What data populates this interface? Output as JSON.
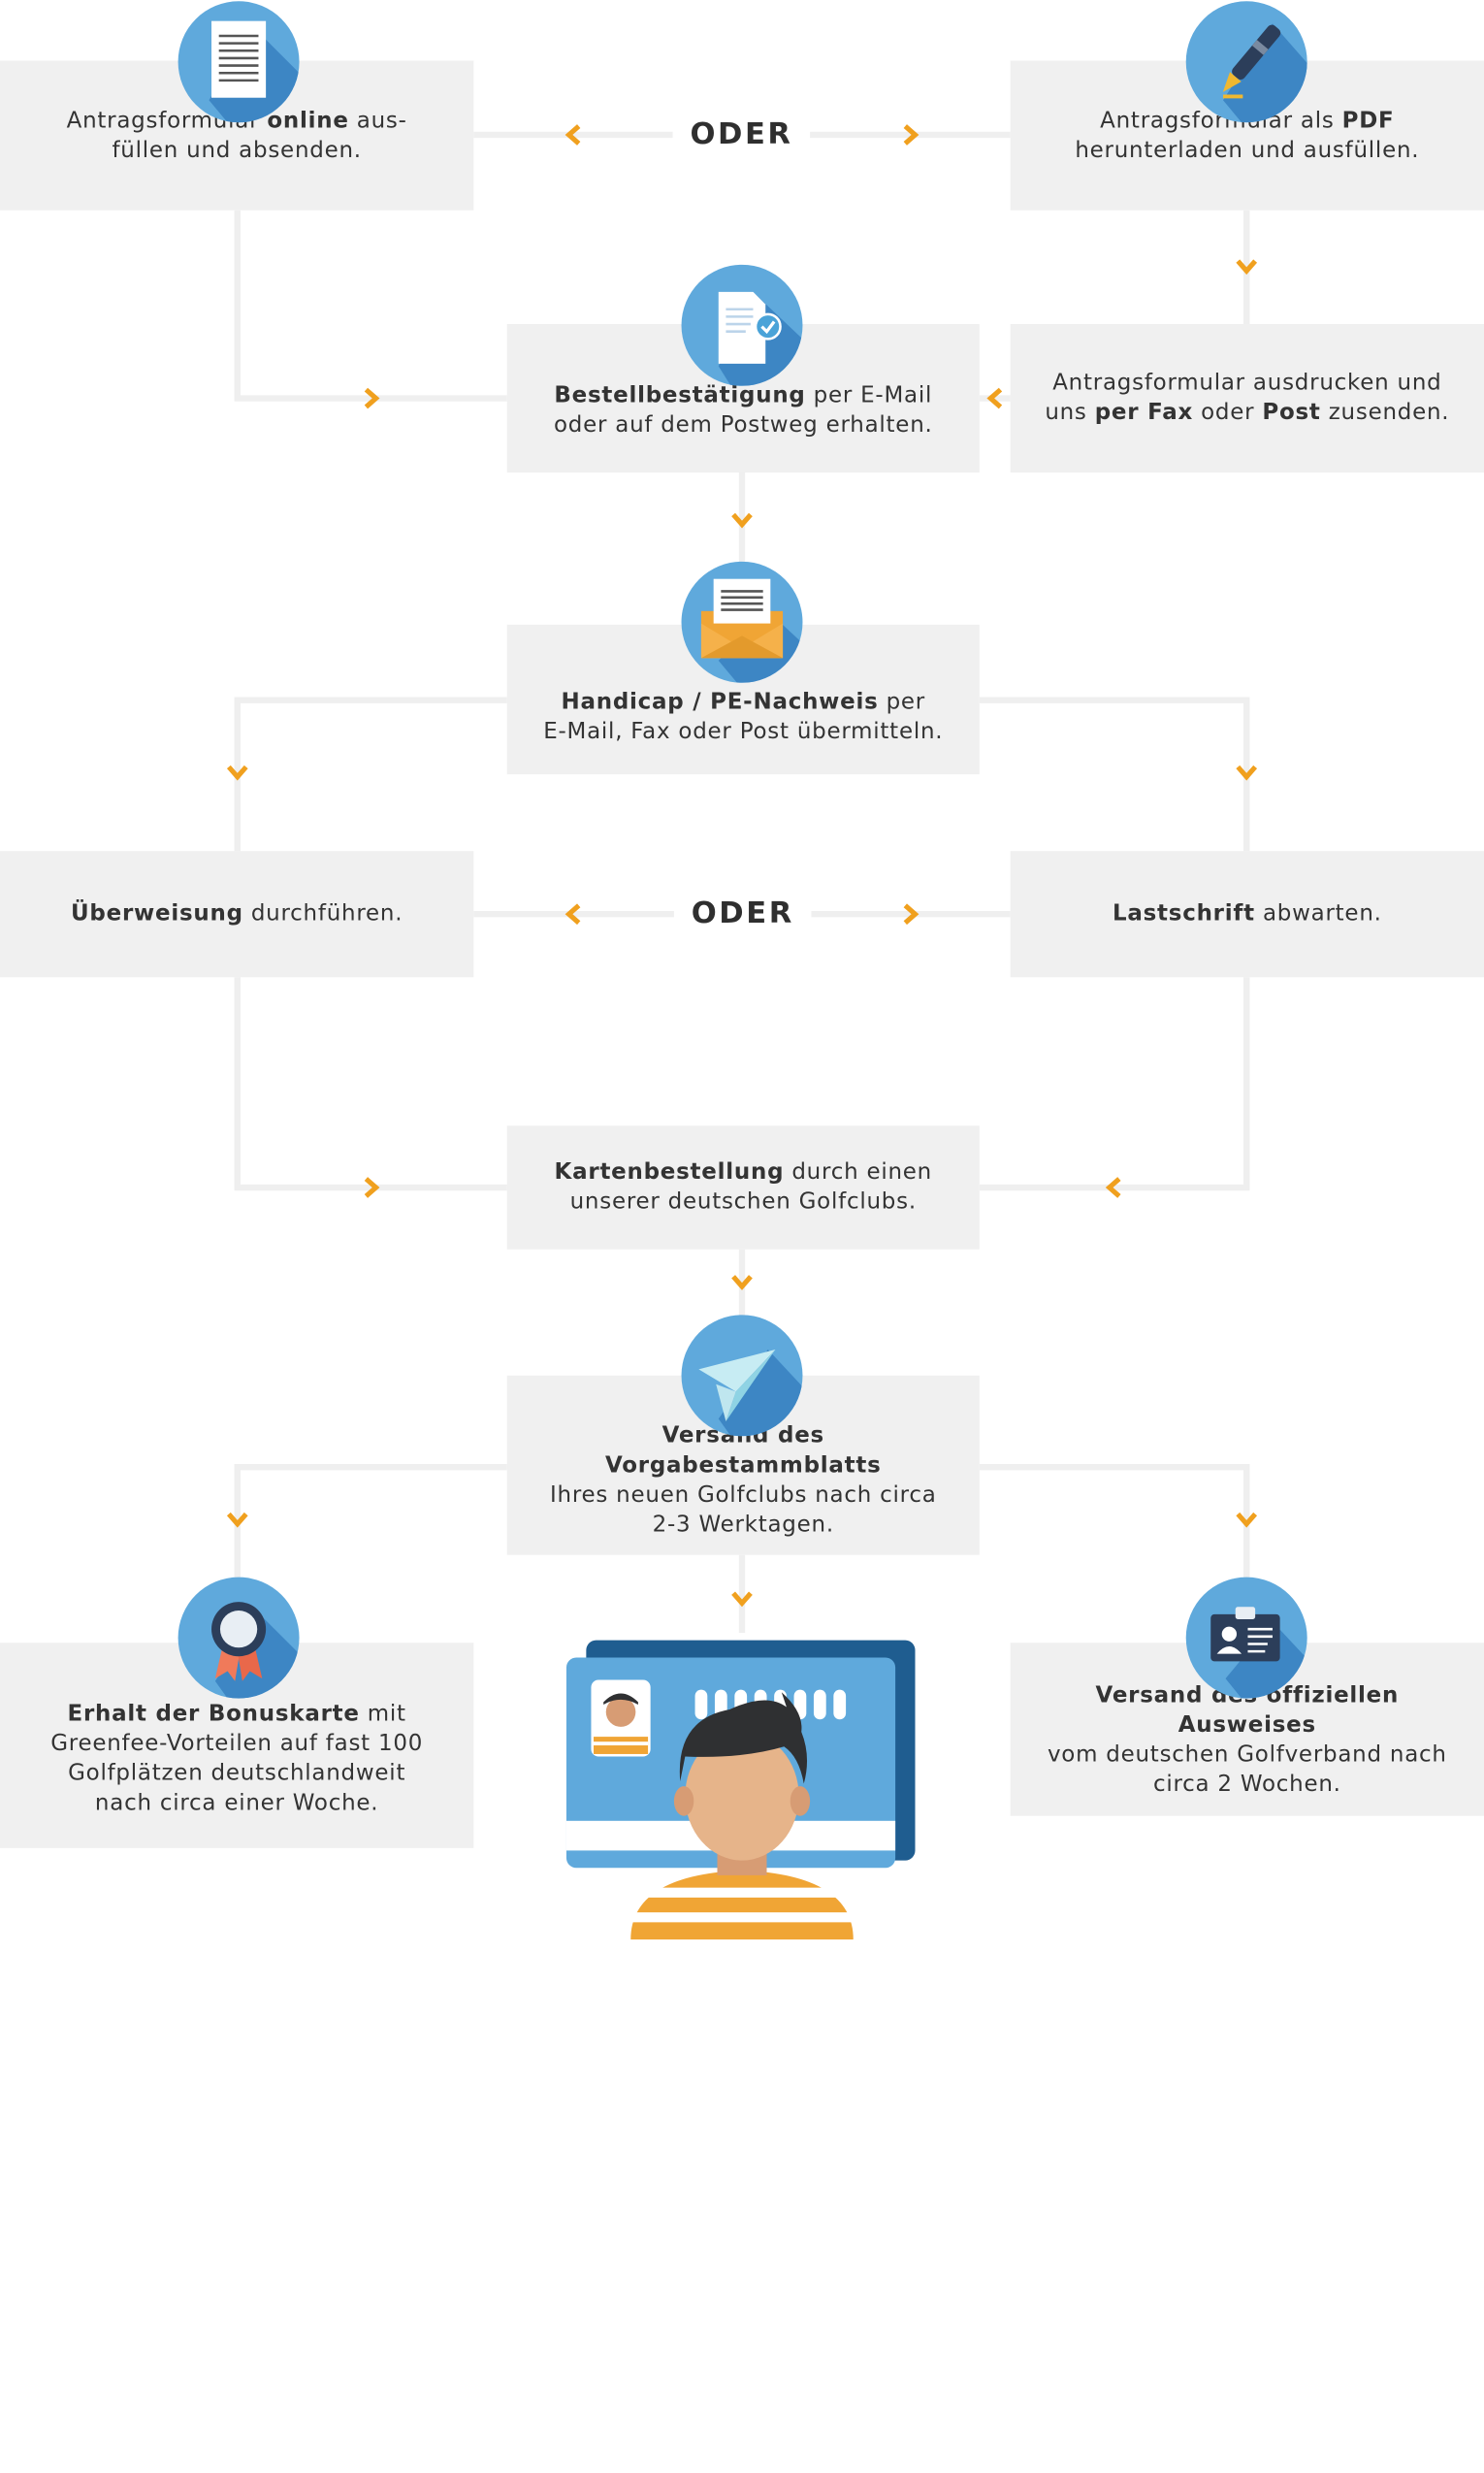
{
  "colors": {
    "box_bg": "#f0f0f0",
    "line": "#efefef",
    "arrow": "#f0a01e",
    "icon_blue": "#5fa9dc",
    "icon_shadow": "#3d86c4",
    "text": "#333333"
  },
  "steps": {
    "online": {
      "pre": "Antragsformular ",
      "bold": "online",
      "post": " aus-\nfüllen und absenden.",
      "icon": "document-icon"
    },
    "pdf": {
      "pre": "Antragsformular als ",
      "bold": "PDF",
      "post": "\nherunterladen und ausfüllen.",
      "icon": "pen-icon"
    },
    "bestaetigung": {
      "bold": "Bestellbestätigung",
      "post": " per E-Mail\noder auf dem Postweg erhalten.",
      "icon": "confirmed-document-icon"
    },
    "fax": {
      "pre": "Antragsformular ausdrucken und\nuns ",
      "bold": "per Fax",
      "mid": " oder ",
      "bold2": "Post",
      "post": " zusenden."
    },
    "handicap": {
      "bold": "Handicap / PE-Nachweis",
      "post": " per\nE-Mail, Fax oder Post übermitteln.",
      "icon": "envelope-icon"
    },
    "ueberweisung": {
      "bold": "Überweisung",
      "post": " durchführen."
    },
    "lastschrift": {
      "bold": "Lastschrift",
      "post": " abwarten."
    },
    "karten": {
      "bold": "Kartenbestellung",
      "post": " durch einen\nunserer deutschen Golfclubs."
    },
    "versand": {
      "bold": "Versand des Vorgabestammblatts",
      "post": "\nIhres neuen Golfclubs nach circa\n2-3 Werktagen.",
      "icon": "paper-plane-icon"
    },
    "bonus": {
      "bold": "Erhalt der Bonuskarte",
      "post": " mit\nGreenfee-Vorteilen auf fast 100\nGolfplätzen deutschlandweit\nnach circa einer Woche.",
      "icon": "award-ribbon-icon"
    },
    "ausweis": {
      "bold": "Versand des offiziellen Ausweises",
      "post": "\nvom deutschen Golfverband nach\ncirca 2 Wochen.",
      "icon": "id-badge-icon"
    }
  },
  "oder_label": "ODER",
  "illustration": "golfer-id-card-illustration"
}
